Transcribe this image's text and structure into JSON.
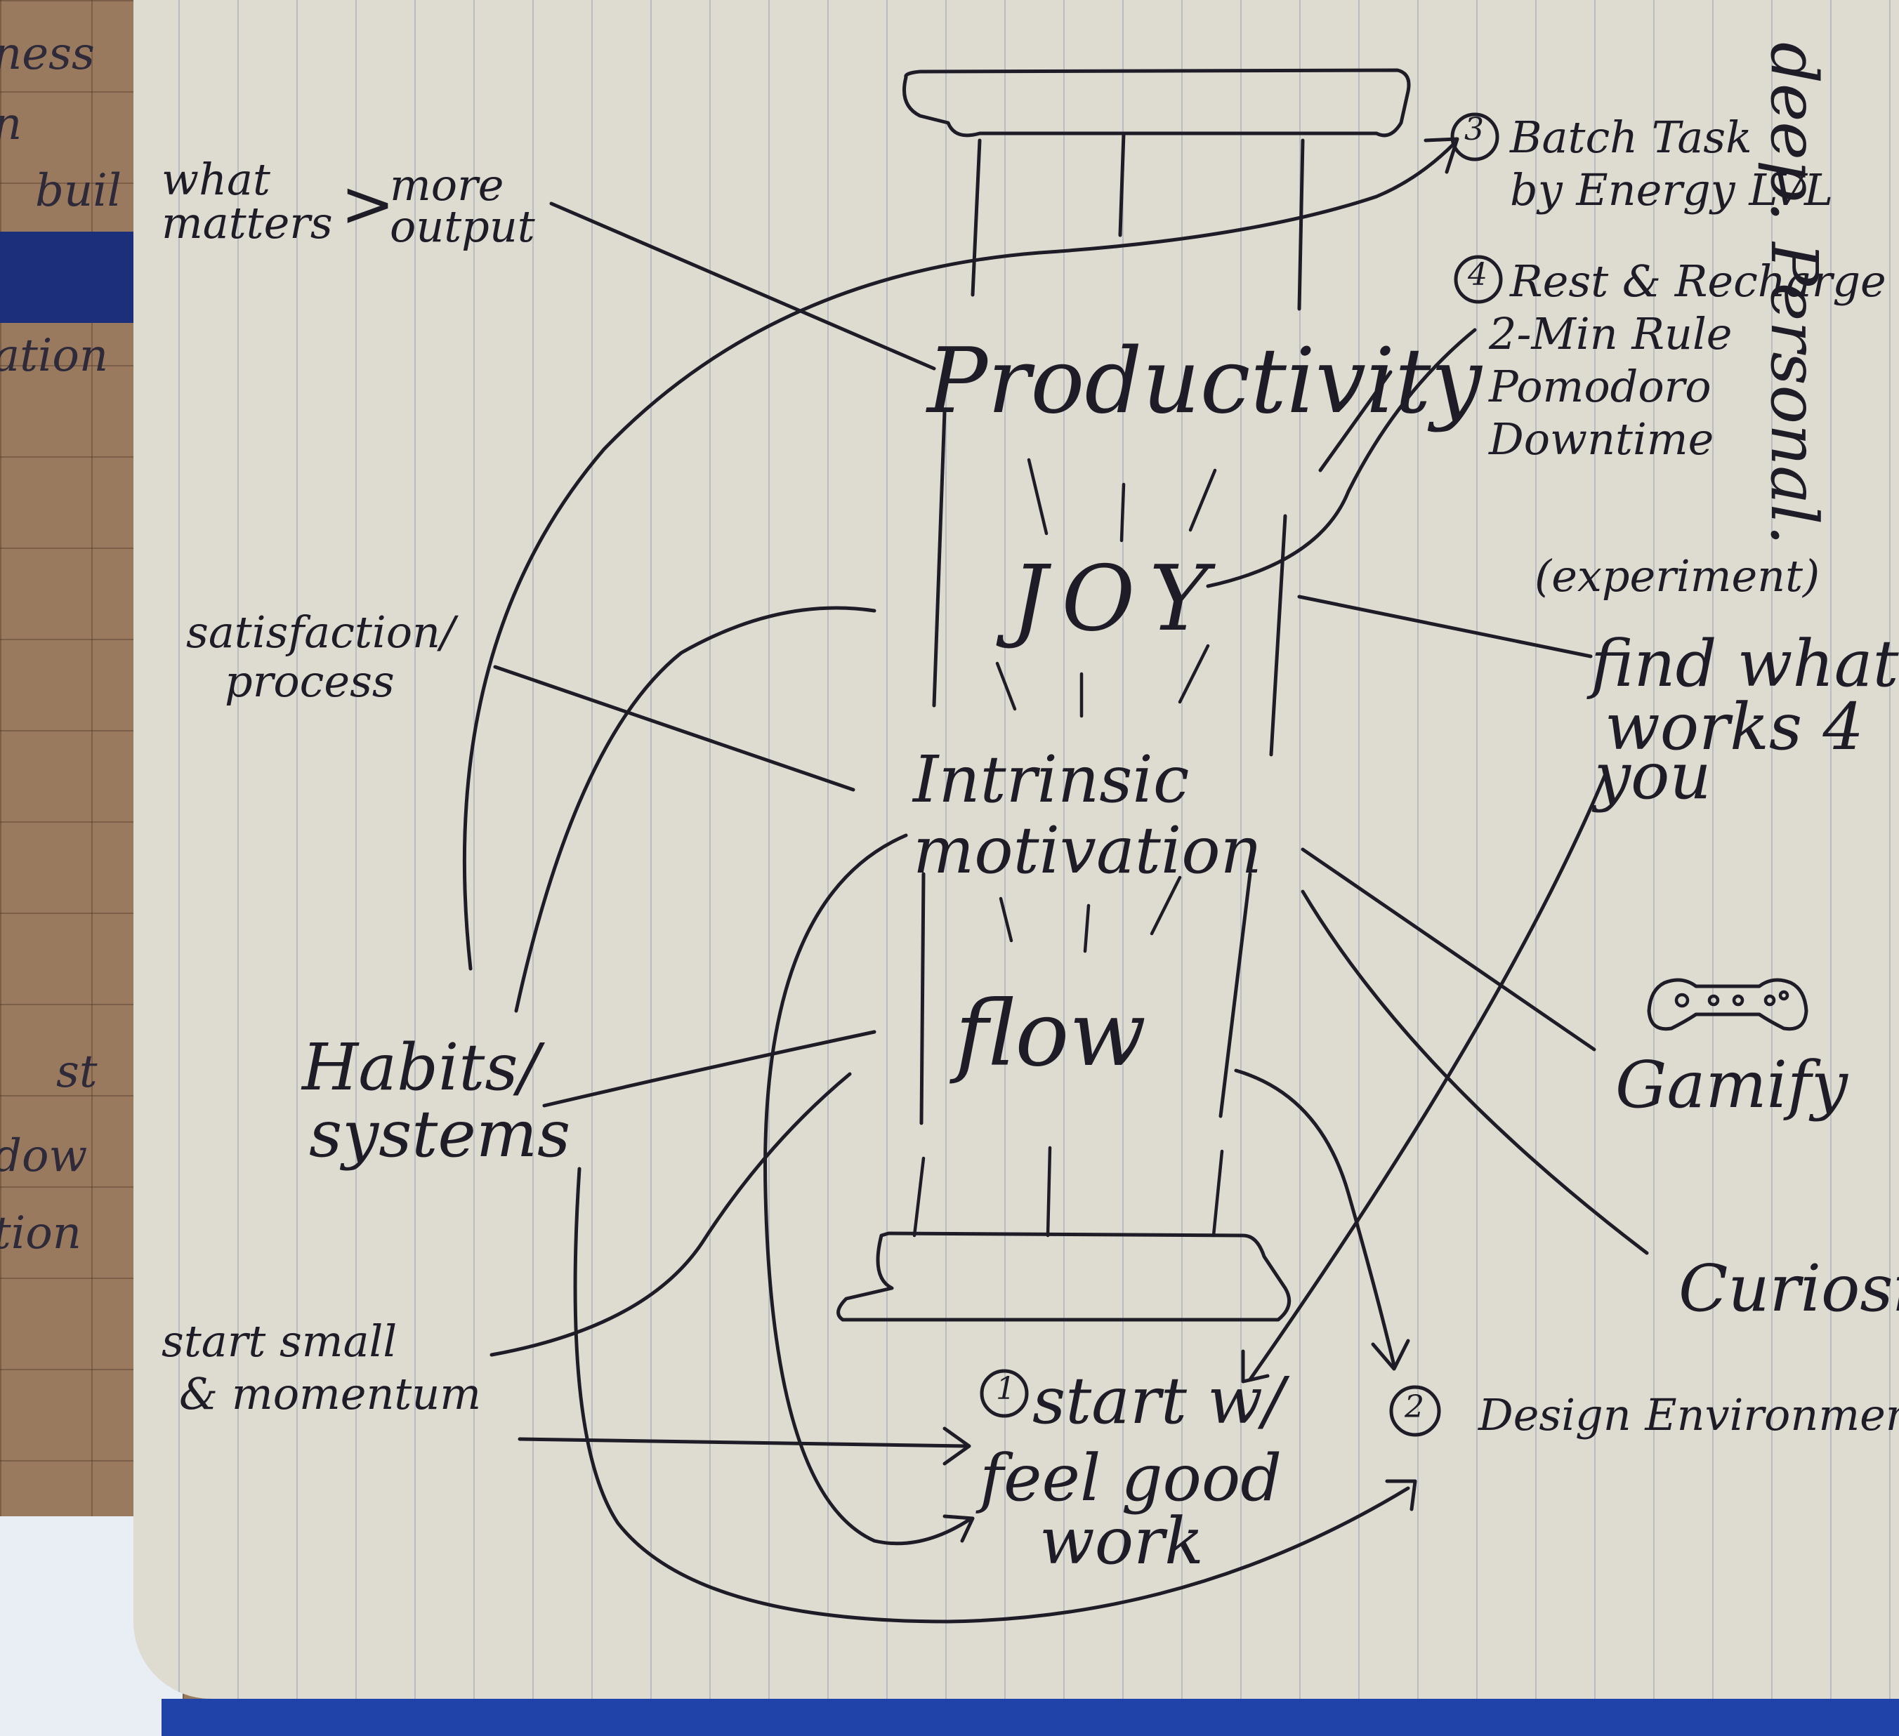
{
  "background_notebook": {
    "fragments": [
      "ness",
      "n",
      "buil",
      "ation",
      "st",
      "dow",
      "tion"
    ]
  },
  "right_edge_fragment": "deep. Personal.",
  "diagram": {
    "layers": [
      "Productivity",
      "JOY",
      "Intrinsic motivation",
      "flow"
    ],
    "left_notes": {
      "what_matters": "what matters",
      "more_output": "more output",
      "gt": ">",
      "satisfaction": "satisfaction/",
      "process": "process",
      "habits": "Habits/",
      "systems": "systems",
      "start_small": "start small",
      "momentum": "& momentum"
    },
    "right_notes": {
      "batch_num": "3",
      "batch_1": "Batch Task",
      "batch_2": "by Energy LVL",
      "rest_num": "4",
      "rest_1": "Rest & Recharge",
      "rest_2": "2-Min Rule",
      "rest_3": "Pomodoro",
      "rest_4": "Downtime",
      "experiment": "(experiment)",
      "find_1": "find what",
      "find_2": "works 4",
      "find_3": "you",
      "gamify": "Gamify",
      "curiosity": "Curiosity"
    },
    "bottom_notes": {
      "step1_num": "1",
      "step1_1": "start w/",
      "step1_2": "feel good",
      "step1_3": "work",
      "step2_num": "2",
      "step2": "Design Environment"
    }
  },
  "colors": {
    "paper": "#dedbd0",
    "ink": "#1e1c26",
    "elastic_band": "#1f43a8",
    "bookmark": "#1c2f7a"
  },
  "icons": [
    "game-controller-icon"
  ]
}
